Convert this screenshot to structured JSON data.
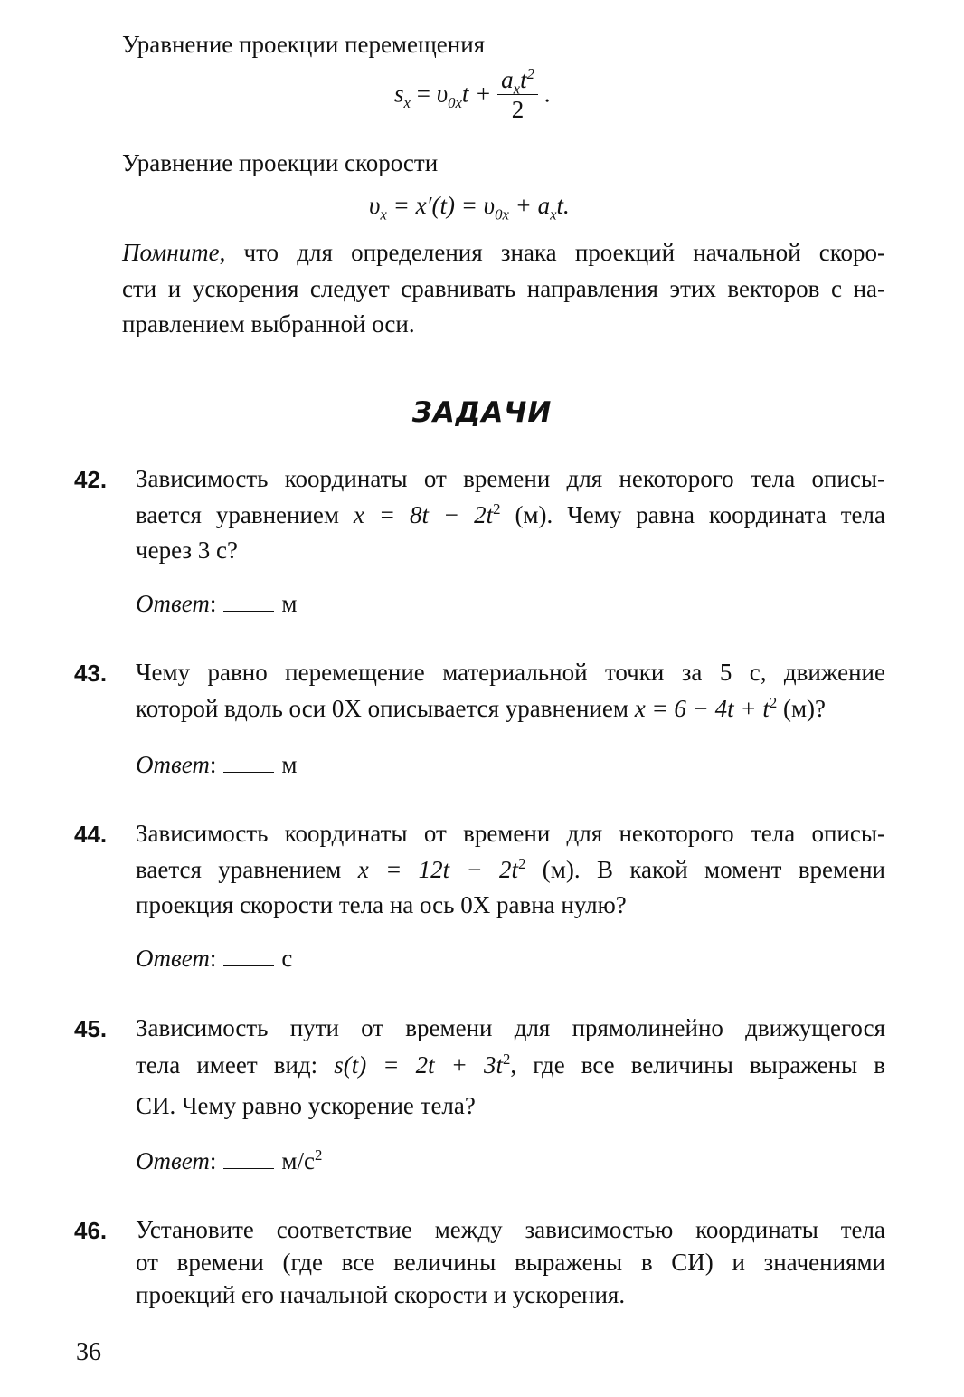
{
  "intro": {
    "l1": "Уравнение проекции перемещения",
    "f1_lhs": "s",
    "f1_lhs_sub": "x",
    "f1_eq": " = ",
    "f1_v": "υ",
    "f1_v_sub": "0x",
    "f1_t": "t + ",
    "f1_num_a": "a",
    "f1_num_sub": "x",
    "f1_num_t": "t",
    "f1_num_sup": "2",
    "f1_den": "2",
    "f1_end": " .",
    "l2": "Уравнение проекции скорости",
    "f2_v": "υ",
    "f2_v_sub": "x",
    "f2_mid": " = x′(t) = ",
    "f2_v0": "υ",
    "f2_v0_sub": "0x",
    "f2_plus": " + a",
    "f2_a_sub": "x",
    "f2_end": "t.",
    "remember_em": "Помните",
    "remember_l1": ", что для определения знака проекций начальной скоро-",
    "remember_l2": "сти и ускорения следует сравнивать направления этих векторов с на-",
    "remember_l3": "правлением выбранной оси."
  },
  "heading": "ЗАДАЧИ",
  "answer_label": "Ответ",
  "answer_colon": ":",
  "problems": [
    {
      "num": "42.",
      "l1": "Зависимость координаты от времени для некоторого тела описы-",
      "l2a": "вается уравнением ",
      "l2m": "x = 8t − 2t",
      "l2sup": "2",
      "l2b": " (м). Чему равна координата тела",
      "l3": "через 3 с?",
      "unit": "м"
    },
    {
      "num": "43.",
      "l1": "Чему равно перемещение материальной точки за 5 с, движение",
      "l2a": "которой вдоль оси 0X описывается уравнением ",
      "l2m": "x = 6 − 4t + t",
      "l2sup": "2",
      "l2b": " (м)?",
      "unit": "м"
    },
    {
      "num": "44.",
      "l1": "Зависимость координаты от времени для некоторого тела описы-",
      "l2a": "вается уравнением ",
      "l2m": "x = 12t − 2t",
      "l2sup": "2",
      "l2b": " (м). В какой момент времени",
      "l3": "проекция скорости тела на ось 0X равна нулю?",
      "unit": "с"
    },
    {
      "num": "45.",
      "l1": "Зависимость пути от времени для прямолинейно движущегося",
      "l2a": "тела имеет вид: ",
      "l2m": "s(t) = 2t + 3t",
      "l2sup": "2",
      "l2b": ", где все величины выражены в",
      "l3": "СИ. Чему равно ускорение тела?",
      "unit": "м/с",
      "unit_sup": "2"
    },
    {
      "num": "46.",
      "l1": "Установите соответствие между зависимостью координаты тела",
      "l2": "от времени (где все величины выражены в СИ) и значениями",
      "l3": "проекций его начальной скорости и ускорения."
    }
  ],
  "page_number": "36"
}
